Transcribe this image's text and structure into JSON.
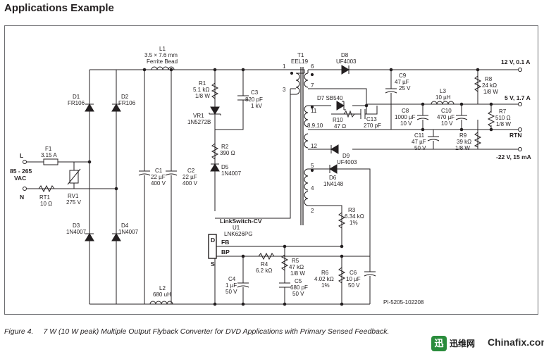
{
  "heading": "Applications Example",
  "caption": {
    "number": "Figure 4.",
    "text": "7 W (10 W peak) Multiple Output Flyback Converter for DVD Applications with Primary Sensed Feedback."
  },
  "input": {
    "line": "L",
    "neutral": "N",
    "range_line1": "85 - 265",
    "range_line2": "VAC"
  },
  "components": {
    "F1": {
      "ref": "F1",
      "value": "3.15 A"
    },
    "RT1": {
      "ref": "RT1",
      "value": "10 Ω"
    },
    "RV1": {
      "ref": "RV1",
      "value": "275 V"
    },
    "D1": {
      "ref": "D1",
      "value": "FR106"
    },
    "D2": {
      "ref": "D2",
      "value": "FR106"
    },
    "D3": {
      "ref": "D3",
      "value": "1N4007"
    },
    "D4": {
      "ref": "D4",
      "value": "1N4007"
    },
    "L1": {
      "ref": "L1",
      "value1": "3.5 × 7.6 mm",
      "value2": "Ferrite Bead"
    },
    "C1": {
      "ref": "C1",
      "value1": "22 µF",
      "value2": "400 V"
    },
    "C2": {
      "ref": "C2",
      "value1": "22 µF",
      "value2": "400 V"
    },
    "L2": {
      "ref": "L2",
      "value": "680 uH"
    },
    "R1": {
      "ref": "R1",
      "value1": "5.1 kΩ",
      "value2": "1/8 W"
    },
    "C3": {
      "ref": "C3",
      "value1": "820 pF",
      "value2": "1 kV"
    },
    "VR1": {
      "ref": "VR1",
      "value": "1N5272B"
    },
    "R2": {
      "ref": "R2",
      "value": "390 Ω"
    },
    "D5": {
      "ref": "D5",
      "value": "1N4007"
    },
    "U1": {
      "family": "LinkSwitch-CV",
      "ref": "U1",
      "part": "LNK626PG",
      "pin_d": "D",
      "pin_s": "S",
      "pin_fb": "FB",
      "pin_bp": "BP"
    },
    "C4": {
      "ref": "C4",
      "value1": "1 µF",
      "value2": "50 V"
    },
    "R4": {
      "ref": "R4",
      "value": "6.2 kΩ"
    },
    "R5": {
      "ref": "R5",
      "value1": "47 kΩ",
      "value2": "1/8 W"
    },
    "C5": {
      "ref": "C5",
      "value1": "680 pF",
      "value2": "50 V"
    },
    "R6": {
      "ref": "R6",
      "value1": "4.02 kΩ",
      "value2": "1%"
    },
    "C6": {
      "ref": "C6",
      "value1": "10 µF",
      "value2": "50 V"
    },
    "R3": {
      "ref": "R3",
      "value1": "6.34 kΩ",
      "value2": "1%"
    },
    "D6": {
      "ref": "D6",
      "value": "1N4148"
    },
    "T1": {
      "ref": "T1",
      "value": "EEL19"
    },
    "D8": {
      "ref": "D8",
      "value": "UF4003"
    },
    "C9": {
      "ref": "C9",
      "value1": "47 µF",
      "value2": "25 V"
    },
    "R8": {
      "ref": "R8",
      "value1": "24 kΩ",
      "value2": "1/8 W"
    },
    "D7": {
      "ref": "D7 SB540"
    },
    "R10": {
      "ref": "R10",
      "value": "47 Ω"
    },
    "C13": {
      "ref": "C13",
      "value": "270 pF"
    },
    "L3": {
      "ref": "L3",
      "value": "10 µH"
    },
    "C8": {
      "ref": "C8",
      "value1": "1000 µF",
      "value2": "10 V"
    },
    "C10": {
      "ref": "C10",
      "value1": "470 µF",
      "value2": "10 V"
    },
    "R7": {
      "ref": "R7",
      "value1": "510 Ω",
      "value2": "1/8 W"
    },
    "C11": {
      "ref": "C11",
      "value1": "47 µF",
      "value2": "50 V"
    },
    "R9": {
      "ref": "R9",
      "value1": "39 kΩ",
      "value2": "1/8 W"
    },
    "D9": {
      "ref": "D9",
      "value": "UF4003"
    }
  },
  "pins": {
    "p1": "1",
    "p3": "3",
    "p6": "6",
    "p7": "7",
    "p11": "11",
    "p8910": "8,9,10",
    "p12": "12",
    "p5": "5",
    "p4": "4",
    "p2": "2"
  },
  "outputs": {
    "out12": "12 V, 0.1 A",
    "out5": "5 V, 1.7 A",
    "rtn": "RTN",
    "outn22": "-22 V, 15 mA"
  },
  "doc_id": "PI-5205-102208",
  "watermark": {
    "mark": "迅",
    "name": "迅维网",
    "site": "Chinafix.com"
  }
}
